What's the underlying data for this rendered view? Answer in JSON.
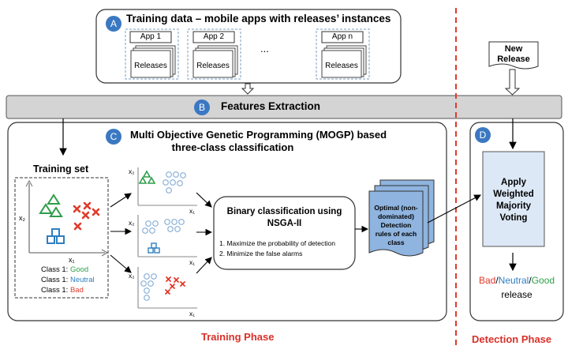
{
  "section_a": {
    "badge": "A",
    "title": "Training data – mobile apps with releases’ instances",
    "apps": [
      "App 1",
      "App 2",
      "App n"
    ],
    "releases_label": "Releases",
    "ellipsis": "..."
  },
  "section_b": {
    "badge": "B",
    "title": "Features Extraction"
  },
  "section_c": {
    "badge": "C",
    "title_line1": "Multi Objective Genetic Programming (MOGP) based",
    "title_line2": "three-class classification",
    "training_set_title": "Training set",
    "axis_x": "x₁",
    "axis_y": "x₂",
    "legend": [
      {
        "prefix": "Class 1: ",
        "label": "Good",
        "color": "#2e9e4a"
      },
      {
        "prefix": "Class 1: ",
        "label": "Neutral",
        "color": "#2f7fc0"
      },
      {
        "prefix": "Class 1: ",
        "label": "Bad",
        "color": "#e03a2a"
      }
    ],
    "binary_title_line1": "Binary classification using",
    "binary_title_line2": "NSGA-II",
    "binary_items": [
      "1. Maximize the probability of detection",
      "2. Minimize the false alarms"
    ],
    "rules_line1": "Optimal (non-",
    "rules_line2": "dominated)",
    "rules_line3": "Detection",
    "rules_line4": "rules of each",
    "rules_line5": "class"
  },
  "section_d": {
    "badge": "D",
    "new_release_line1": "New",
    "new_release_line2": "Release",
    "voting_line1": "Apply",
    "voting_line2": "Weighted",
    "voting_line3": "Majority",
    "voting_line4": "Voting",
    "result_bad": "Bad",
    "result_sep": "/",
    "result_neutral": "Neutral",
    "result_good": "Good",
    "result_line2": "release"
  },
  "phases": {
    "training": "Training Phase",
    "detection": "Detection Phase"
  },
  "colors": {
    "good": "#2e9e4a",
    "neutral": "#2f7fc0",
    "bad": "#e03a2a",
    "badge": "#3b78c2",
    "features_bar": "#d4d4d4",
    "rules_doc": "#8fb4df",
    "voting_box": "#dce8f6",
    "phase_text": "#d9302a",
    "phase_divider": "#e03a2a"
  }
}
